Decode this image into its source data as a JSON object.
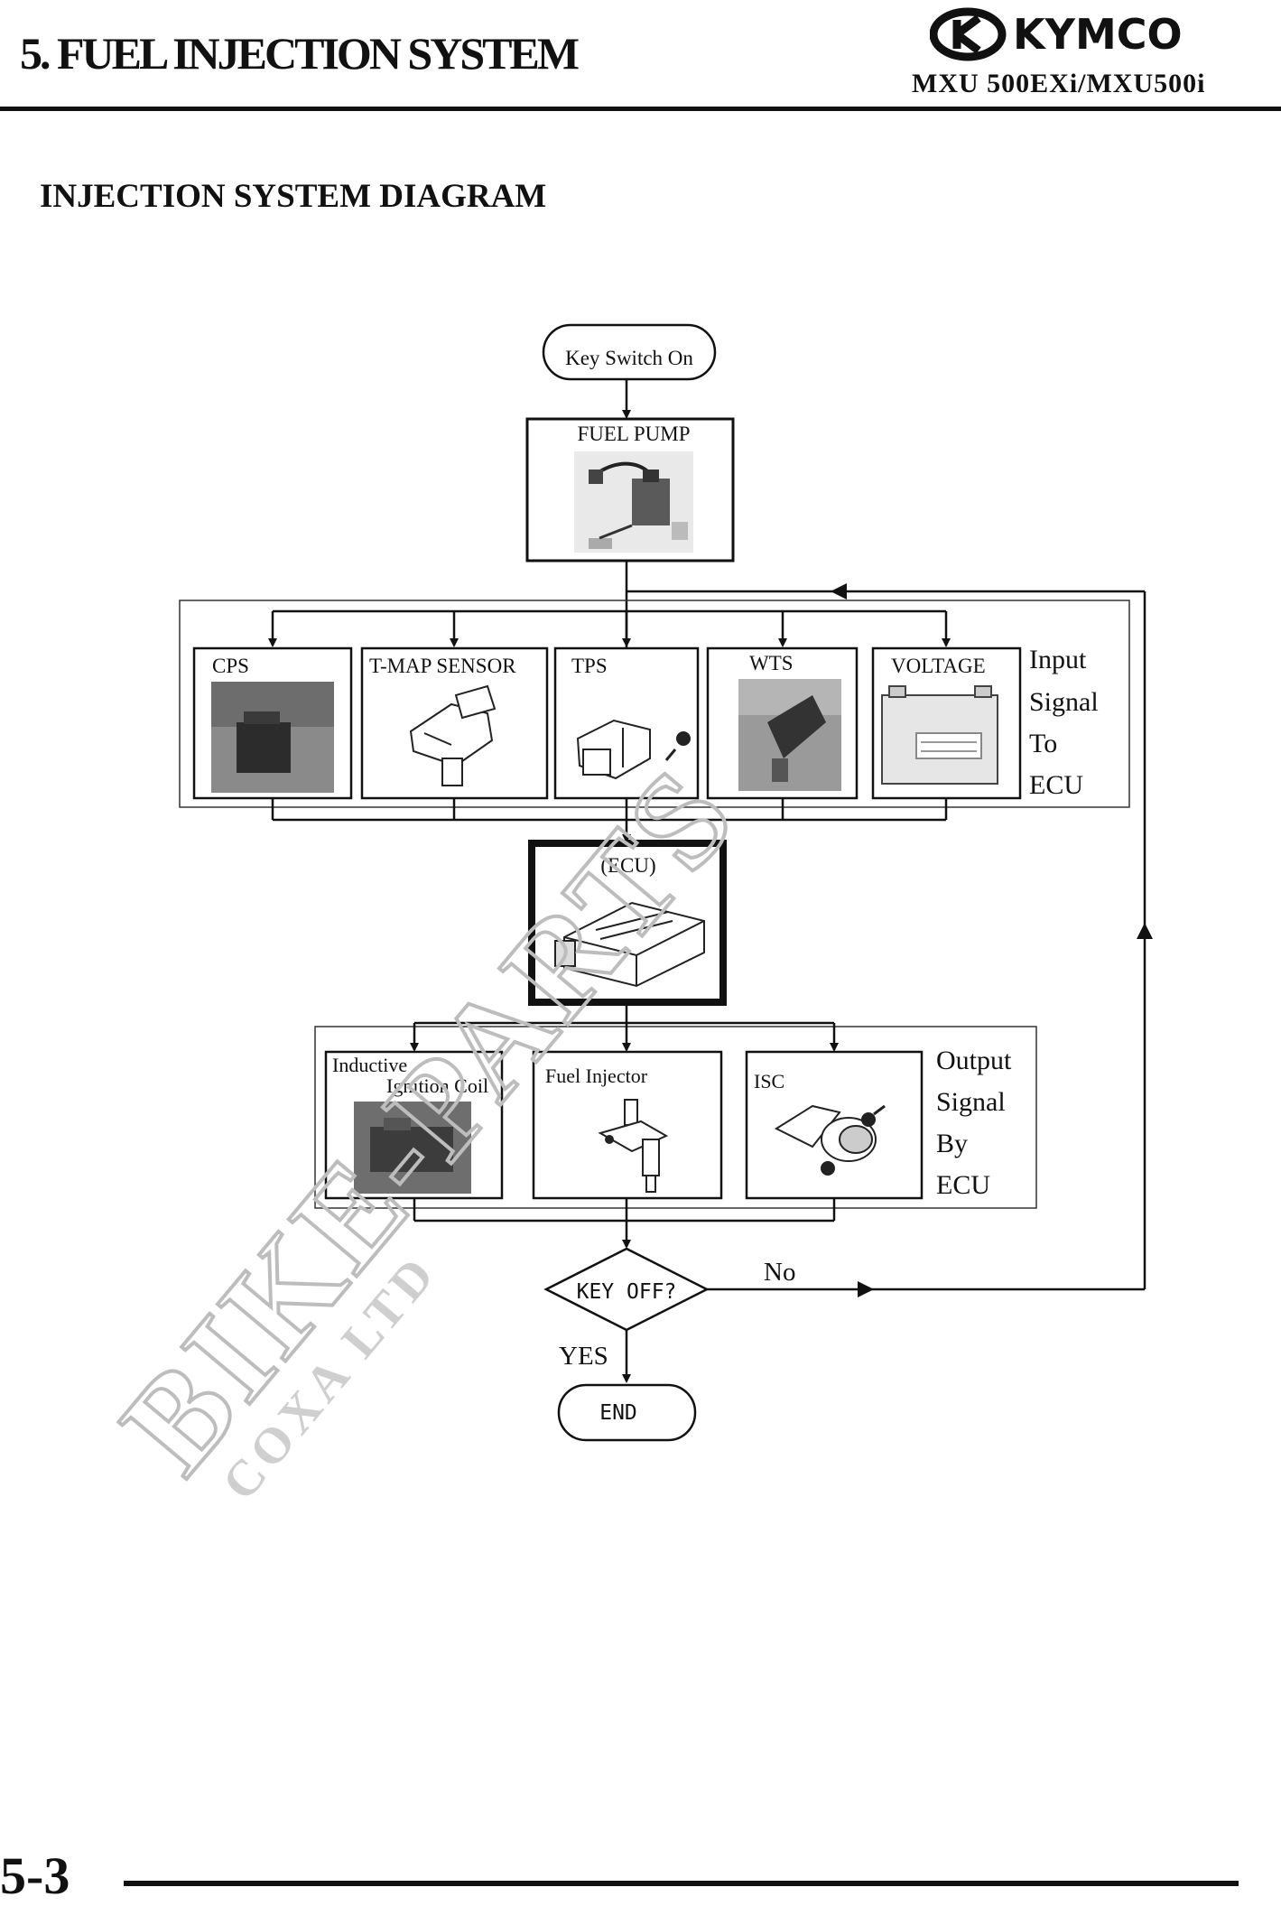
{
  "header": {
    "section_title": "5. FUEL INJECTION SYSTEM",
    "brand": "KYMCO",
    "model": "MXU 500EXi/MXU500i"
  },
  "diagram": {
    "heading": "INJECTION SYSTEM DIAGRAM",
    "start": "Key Switch On",
    "fuel_pump": "FUEL PUMP",
    "inputs": [
      "CPS",
      "T-MAP SENSOR",
      "TPS",
      "WTS",
      "VOLTAGE"
    ],
    "input_group_label": [
      "Input",
      "Signal",
      "To",
      "ECU"
    ],
    "ecu": "(ECU)",
    "outputs": {
      "ignition_line1": "Inductive",
      "ignition_line2": "Ignition Coil",
      "injector": "Fuel Injector",
      "isc": "ISC"
    },
    "output_group_label": [
      "Output",
      "Signal",
      "By",
      "ECU"
    ],
    "decision": "KEY OFF?",
    "no_label": "No",
    "yes_label": "YES",
    "end": "END"
  },
  "watermark": {
    "line1": "BIKE-PARTS",
    "line2": "COXA LTD"
  },
  "footer": {
    "page_number": "5-3"
  }
}
